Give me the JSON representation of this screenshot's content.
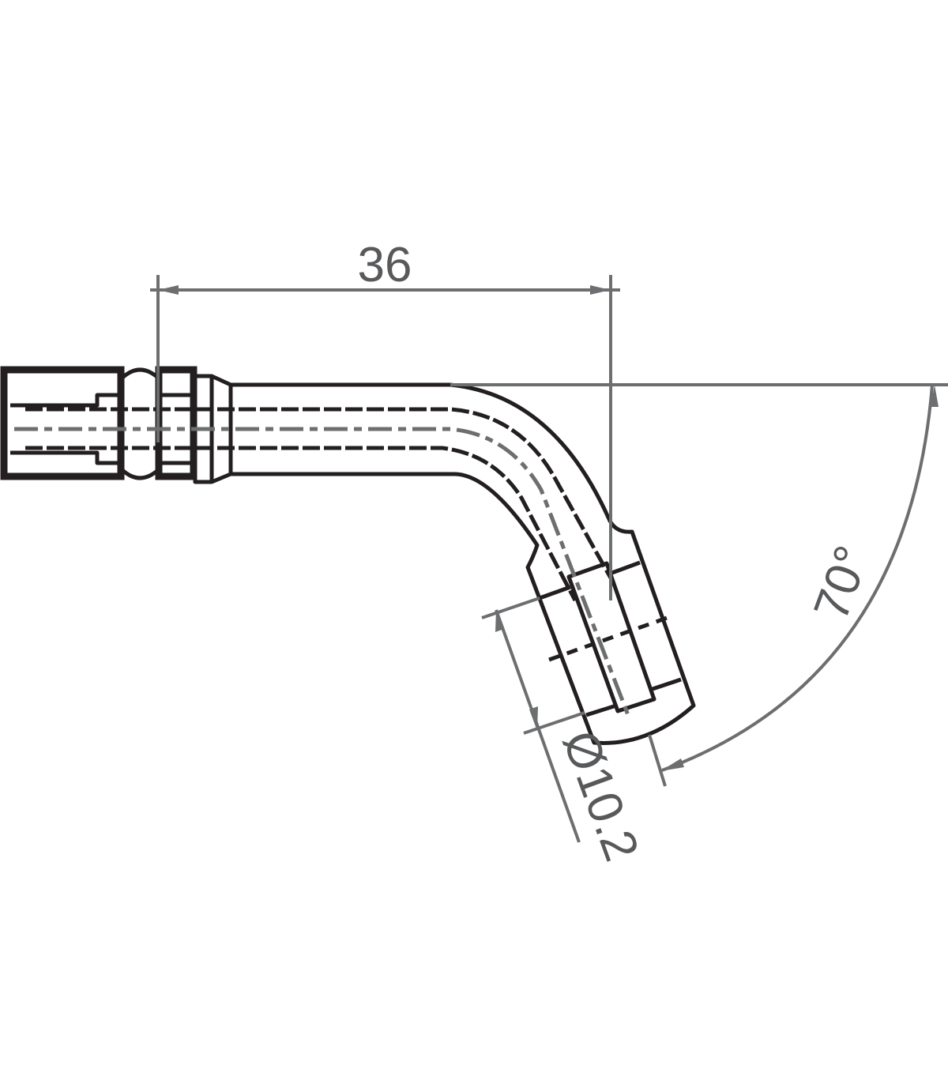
{
  "drawing": {
    "length_dimension": "36",
    "angle_dimension": "70°",
    "diameter_dimension": "Ø10.2"
  },
  "colors": {
    "outline": "#231f20",
    "dimension": "#6d6e70"
  }
}
